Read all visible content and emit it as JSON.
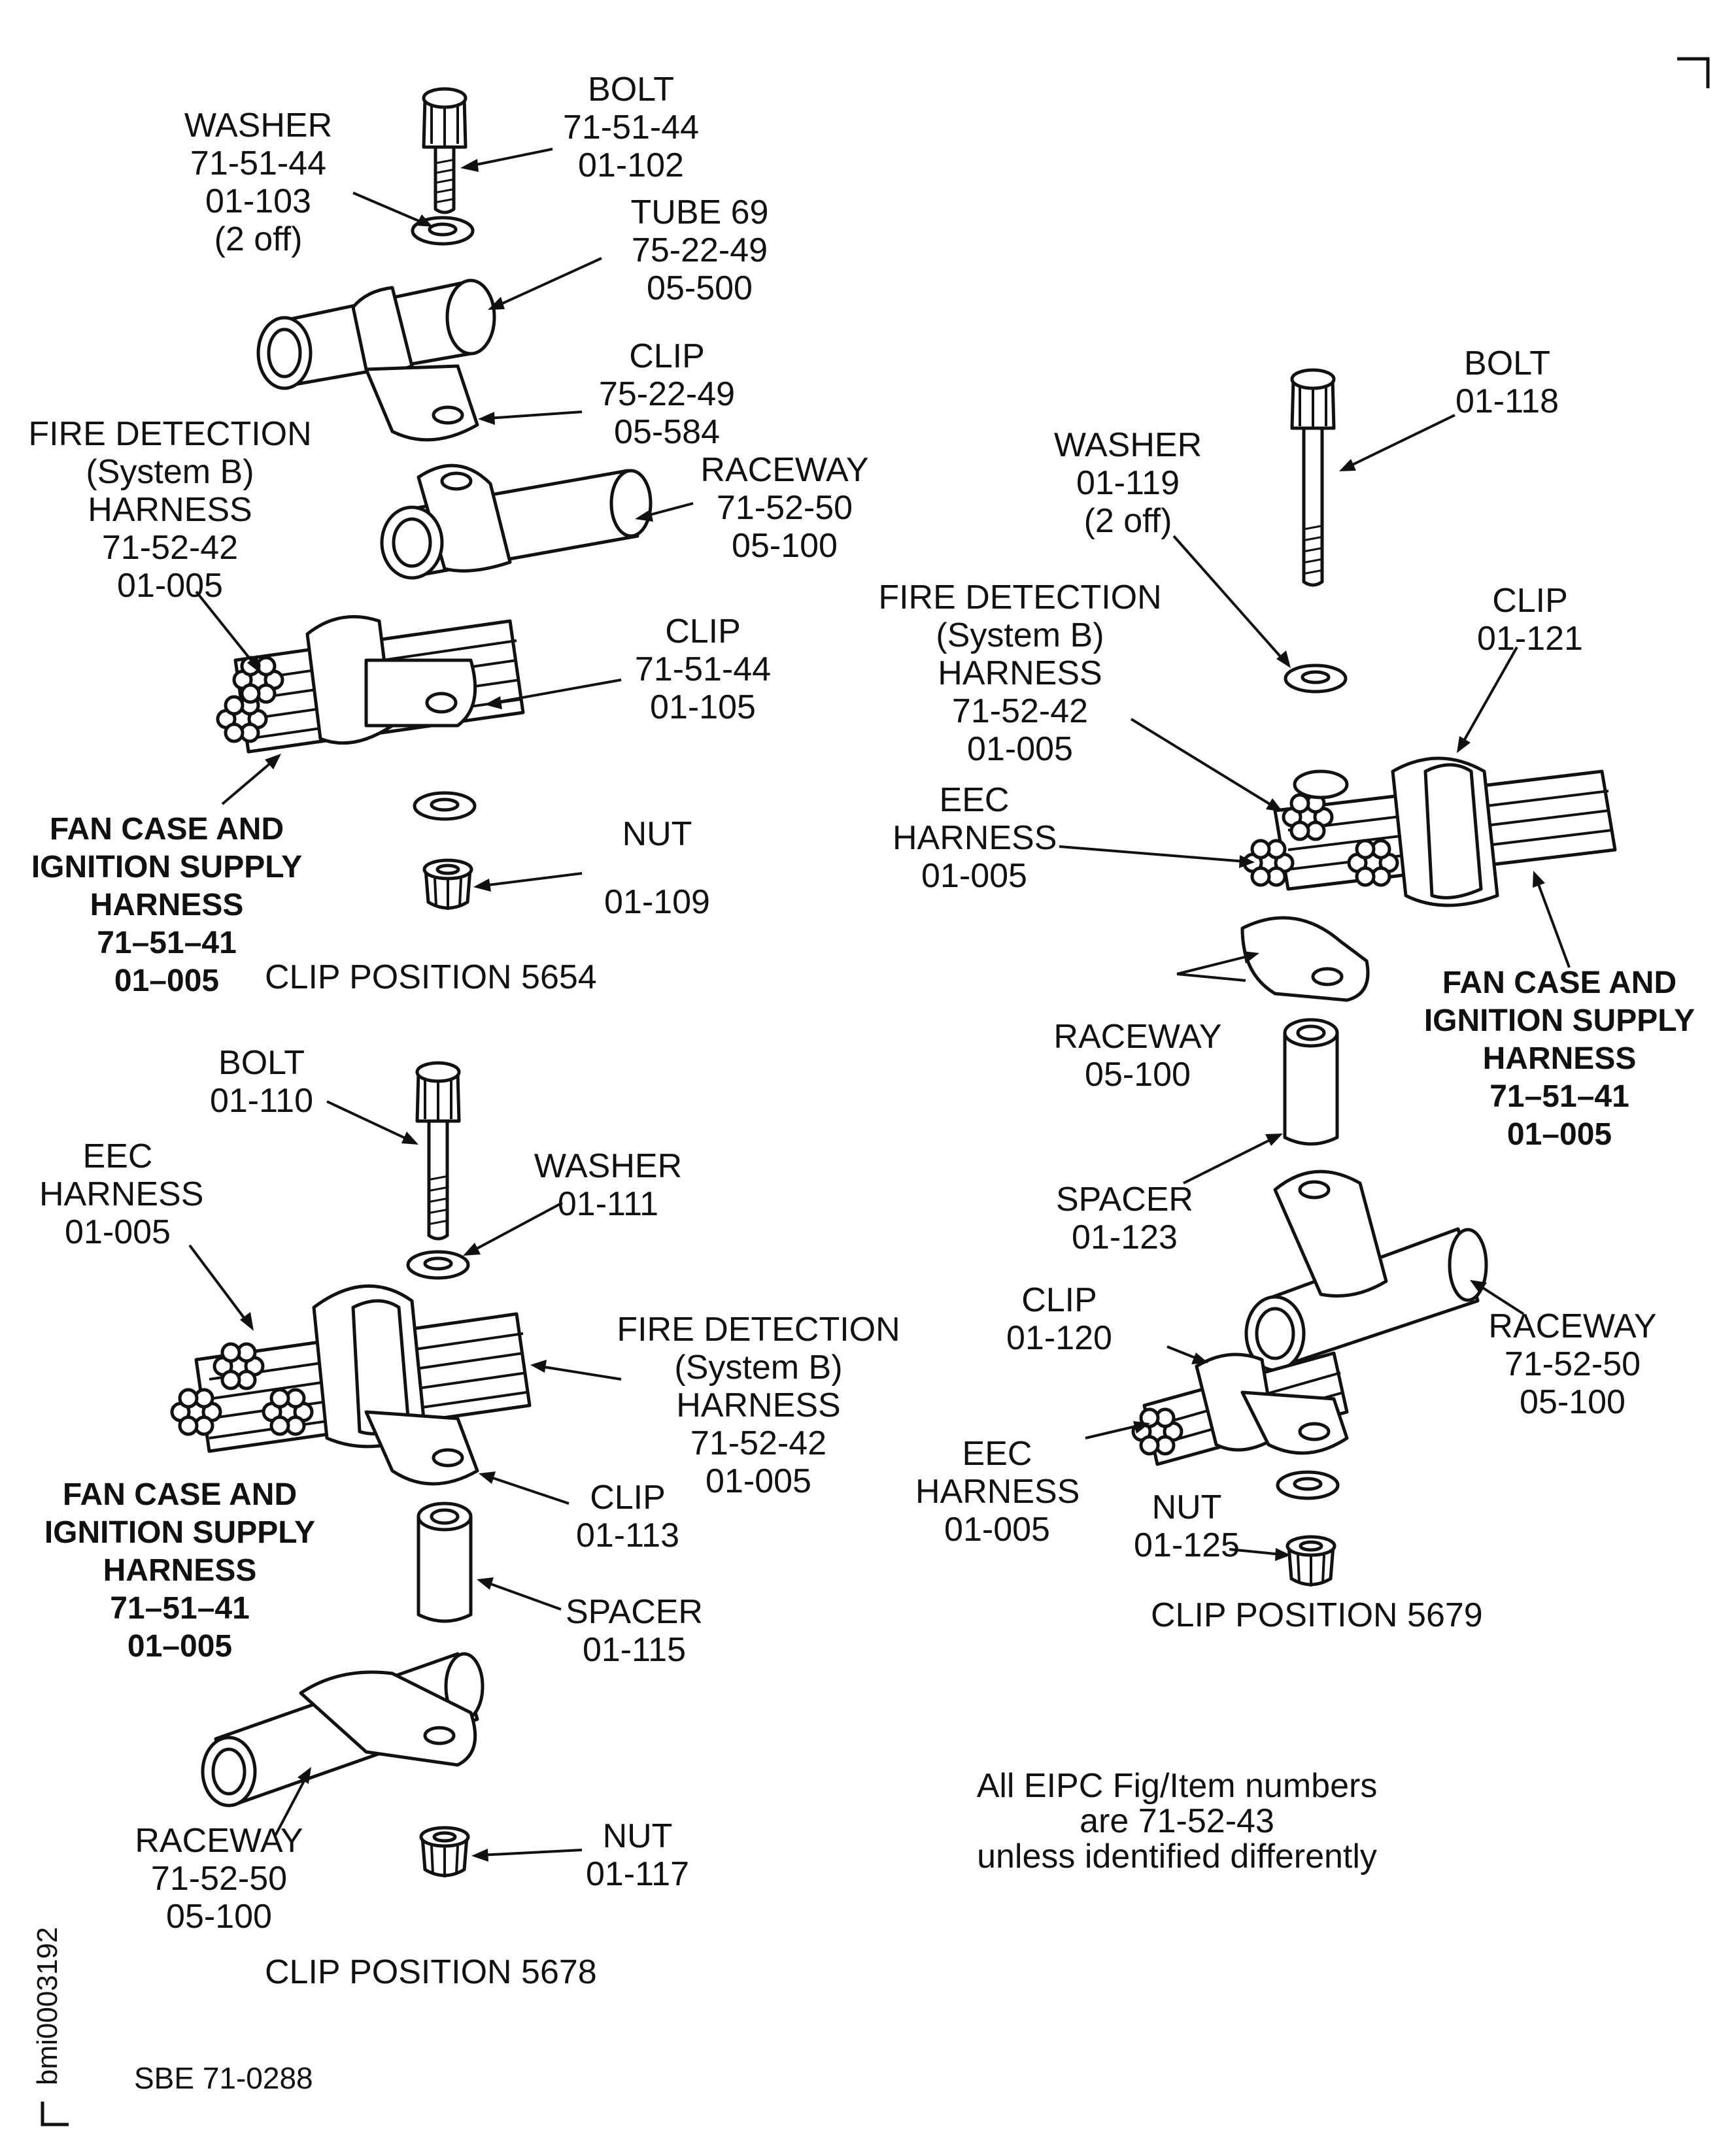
{
  "corner_marks": {
    "top_right": "corner bracket",
    "figure_id": "bmi0003192"
  },
  "clip_5654": {
    "caption": "CLIP  POSITION 5654",
    "bolt": [
      "BOLT",
      "71-51-44",
      "01-102"
    ],
    "washer": [
      "WASHER",
      "71-51-44",
      "01-103",
      "(2 off)"
    ],
    "tube": [
      "TUBE 69",
      "75-22-49",
      "05-500"
    ],
    "clip_upper": [
      "CLIP",
      "75-22-49",
      "05-584"
    ],
    "fire_harness": [
      "FIRE DETECTION",
      "(System B)",
      "HARNESS",
      "71-52-42",
      "01-005"
    ],
    "raceway": [
      "RACEWAY",
      "71-52-50",
      "05-100"
    ],
    "clip_lower": [
      "CLIP",
      "71-51-44",
      "01-105"
    ],
    "fan_harness": [
      "FAN CASE AND",
      "IGNITION SUPPLY",
      "HARNESS",
      "71–51–41",
      "01–005"
    ],
    "nut": [
      "NUT",
      "",
      "01-109"
    ]
  },
  "clip_5678": {
    "caption": "CLIP  POSITION 5678",
    "bolt": [
      "BOLT",
      "01-110"
    ],
    "eec_harness": [
      "EEC",
      "HARNESS",
      "01-005"
    ],
    "washer": [
      "WASHER",
      "01-111"
    ],
    "fire_harness": [
      "FIRE DETECTION",
      "(System B)",
      "HARNESS",
      "71-52-42",
      "01-005"
    ],
    "fan_harness": [
      "FAN CASE AND",
      "IGNITION SUPPLY",
      "HARNESS",
      "71–51–41",
      "01–005"
    ],
    "clip": [
      "CLIP",
      "01-113"
    ],
    "spacer": [
      "SPACER",
      "01-115"
    ],
    "raceway": [
      "RACEWAY",
      "71-52-50",
      "05-100"
    ],
    "nut": [
      "NUT",
      "01-117"
    ]
  },
  "clip_5679": {
    "caption": "CLIP  POSITION 5679",
    "bolt": [
      "BOLT",
      "01-118"
    ],
    "washer": [
      "WASHER",
      "01-119",
      "(2 off)"
    ],
    "fire_harness": [
      "FIRE DETECTION",
      "(System B)",
      "HARNESS",
      "71-52-42",
      "01-005"
    ],
    "clip_upper": [
      "CLIP",
      "01-121"
    ],
    "eec_harness_upper": [
      "EEC",
      "HARNESS",
      "01-005"
    ],
    "fan_harness": [
      "FAN CASE AND",
      "IGNITION SUPPLY",
      "HARNESS",
      "71–51–41",
      "01–005"
    ],
    "raceway_small": [
      "RACEWAY",
      "05-100"
    ],
    "spacer": [
      "SPACER",
      "01-123"
    ],
    "raceway": [
      "RACEWAY",
      "71-52-50",
      "05-100"
    ],
    "clip_lower": [
      "CLIP",
      "01-120"
    ],
    "eec_harness_lower": [
      "EEC",
      "HARNESS",
      "01-005"
    ],
    "nut": [
      "NUT",
      "01-125"
    ]
  },
  "note": [
    "All EIPC Fig/Item numbers",
    "are 71-52-43",
    "unless identified differently"
  ],
  "sbe_ref": "SBE 71-0288"
}
